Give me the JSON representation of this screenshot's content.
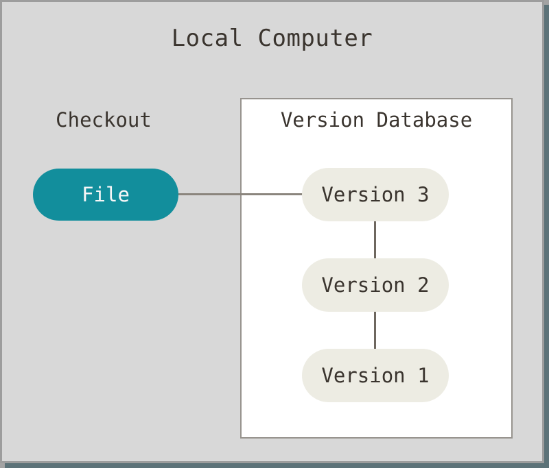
{
  "diagram": {
    "title": "Local Computer",
    "checkout_label": "Checkout",
    "file_node": {
      "label": "File"
    },
    "version_database": {
      "title": "Version Database",
      "versions": [
        {
          "label": "Version 3"
        },
        {
          "label": "Version 2"
        },
        {
          "label": "Version 1"
        }
      ]
    },
    "colors": {
      "background": "#d8d8d8",
      "frame_border": "#9d9d9d",
      "shadow": "#5c7278",
      "box_fill": "#ffffff",
      "box_border": "#97938e",
      "file_fill": "#128e9c",
      "file_text": "#f7f7f7",
      "version_fill": "#edece3",
      "text": "#3a342e",
      "connector_h": "#8b857d",
      "connector_v": "#6e675f"
    }
  }
}
